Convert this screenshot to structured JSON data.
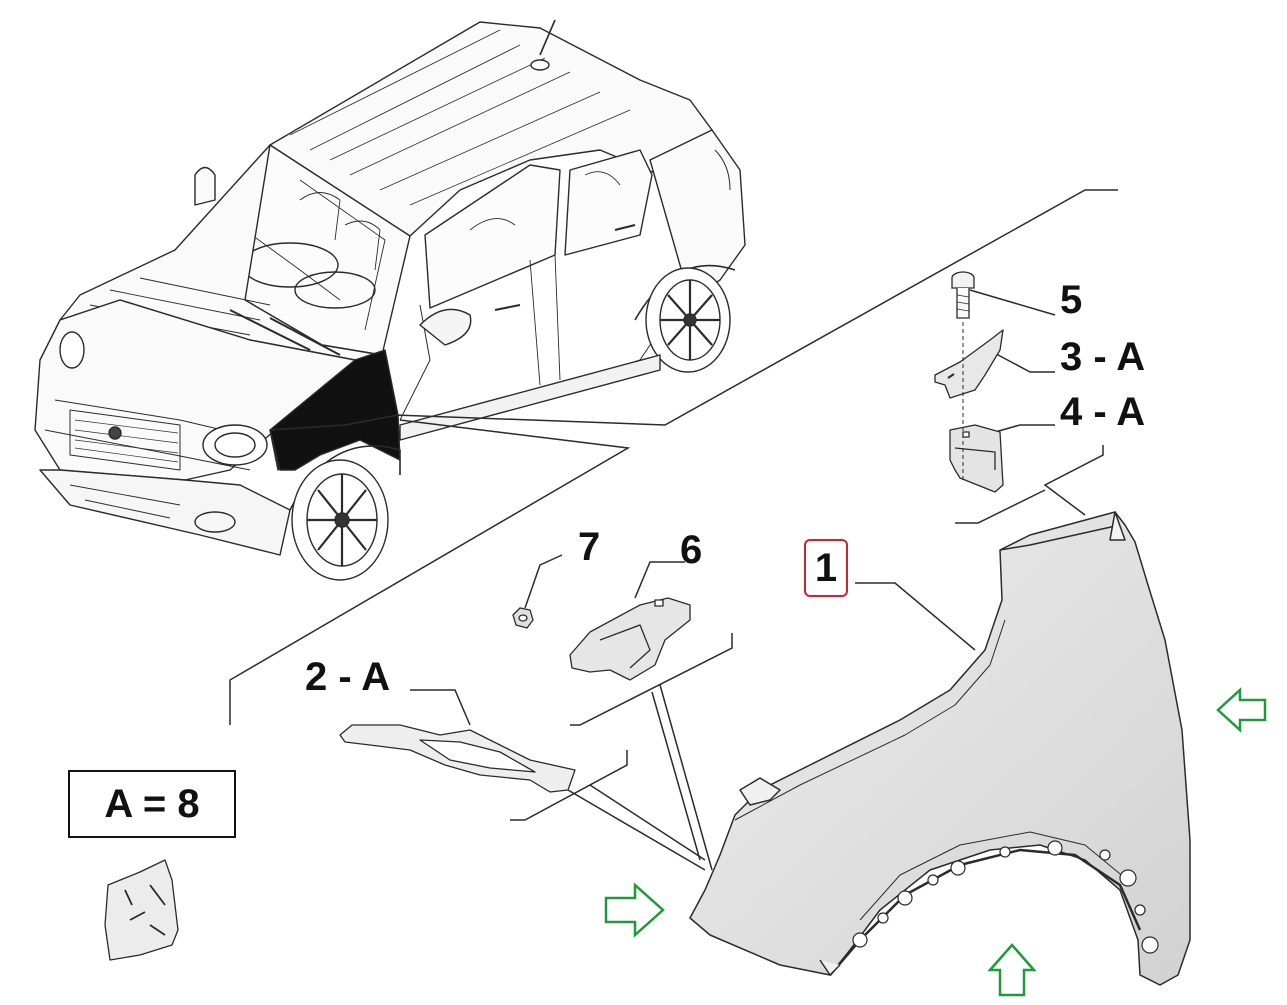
{
  "labels": {
    "p1": "1",
    "p2": "2 - A",
    "p3": "3 - A",
    "p4": "4 - A",
    "p5": "5",
    "p6": "6",
    "p7": "7"
  },
  "legend": "A = 8",
  "colors": {
    "line": "#2b2b2b",
    "highlight_box": "#d0232a",
    "arrow": "#1e9a3a",
    "fender_fill": "#e2e2e2"
  },
  "icons": [
    "car-illustration",
    "fender-part",
    "bracket-part",
    "bolt-part",
    "clip-part",
    "nut-part",
    "direction-arrow"
  ]
}
